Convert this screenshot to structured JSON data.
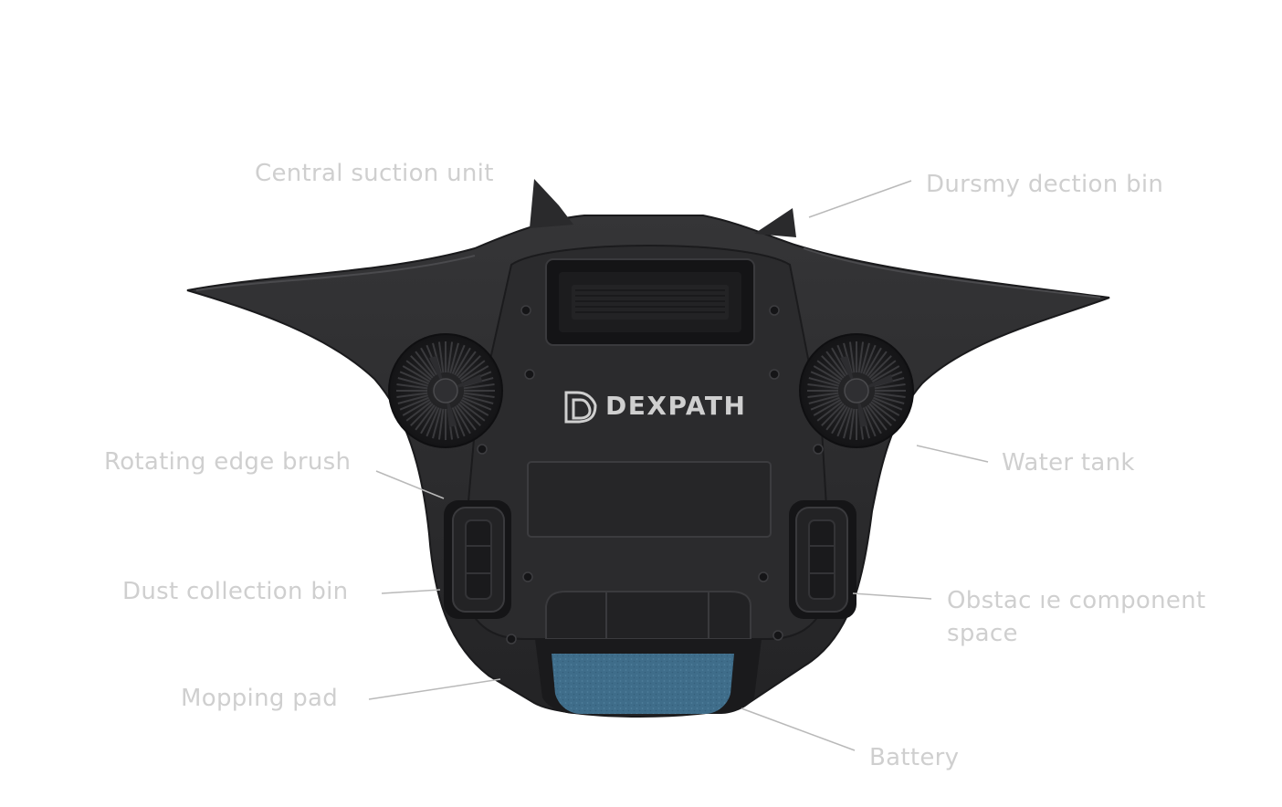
{
  "brand": {
    "name": "DEXPATH",
    "logo_icon": "dd-monogram-icon"
  },
  "labels": {
    "central_suction_unit": "Central suction unit",
    "dust_bin_top": "Dursmy dection bin",
    "rotating_edge_brush": "Rotating edge brush",
    "water_tank": "Water tank",
    "dust_collection_bin": "Dust collection bin",
    "obstacle_line1": "Obstac ıe component",
    "obstacle_line2": "space",
    "mopping_pad": "Mopping pad",
    "battery": "Battery"
  },
  "colors": {
    "body": "#2c2c2e",
    "body_dark": "#1e1e20",
    "label": "#cfcfcf",
    "leader_line": "#b9b9b9",
    "mop_pad": "#3f6d8a"
  }
}
